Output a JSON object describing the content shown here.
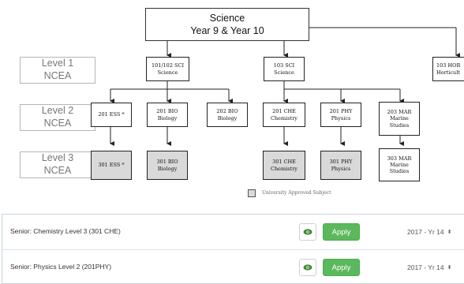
{
  "diagram": {
    "top": {
      "line1": "Science",
      "line2": "Year 9 & Year 10"
    },
    "levels": [
      {
        "line1": "Level 1",
        "line2": "NCEA"
      },
      {
        "line1": "Level 2",
        "line2": "NCEA"
      },
      {
        "line1": "Level 3",
        "line2": "NCEA"
      }
    ],
    "level1": [
      {
        "code": "101/102 SCI",
        "name": "Science"
      },
      {
        "code": "103 SCI",
        "name": "Science"
      },
      {
        "code": "103 HOR",
        "name": "Horticult"
      }
    ],
    "level2": [
      {
        "code": "201 ESS *",
        "name": ""
      },
      {
        "code": "201 BIO",
        "name": "Biology"
      },
      {
        "code": "202 BIO",
        "name": "Biology"
      },
      {
        "code": "201 CHE",
        "name": "Chemistry"
      },
      {
        "code": "201 PHY",
        "name": "Physics"
      },
      {
        "code": "203 MAR",
        "name": "Marine Studies"
      }
    ],
    "level3": [
      {
        "code": "301 ESS *",
        "name": ""
      },
      {
        "code": "301 BIO",
        "name": "Biology"
      },
      {
        "code": "301 CHE",
        "name": "Chemistry"
      },
      {
        "code": "301 PHY",
        "name": "Physics"
      },
      {
        "code": "303 MAR",
        "name": "Marine Studies"
      }
    ],
    "legend": "University Approved Subject",
    "colors": {
      "approved_fill": "#d9d9d9"
    }
  },
  "courses": [
    {
      "title": "Senior: Chemistry Level 3 (301 CHE)",
      "apply_label": "Apply",
      "year": "2017 - Yr 14"
    },
    {
      "title": "Senior: Physics Level 2 (201PHY)",
      "apply_label": "Apply",
      "year": "2017 - Yr 14"
    }
  ],
  "colors": {
    "apply_button": "#5cb85c",
    "eye_icon": "#3c8a2e"
  }
}
